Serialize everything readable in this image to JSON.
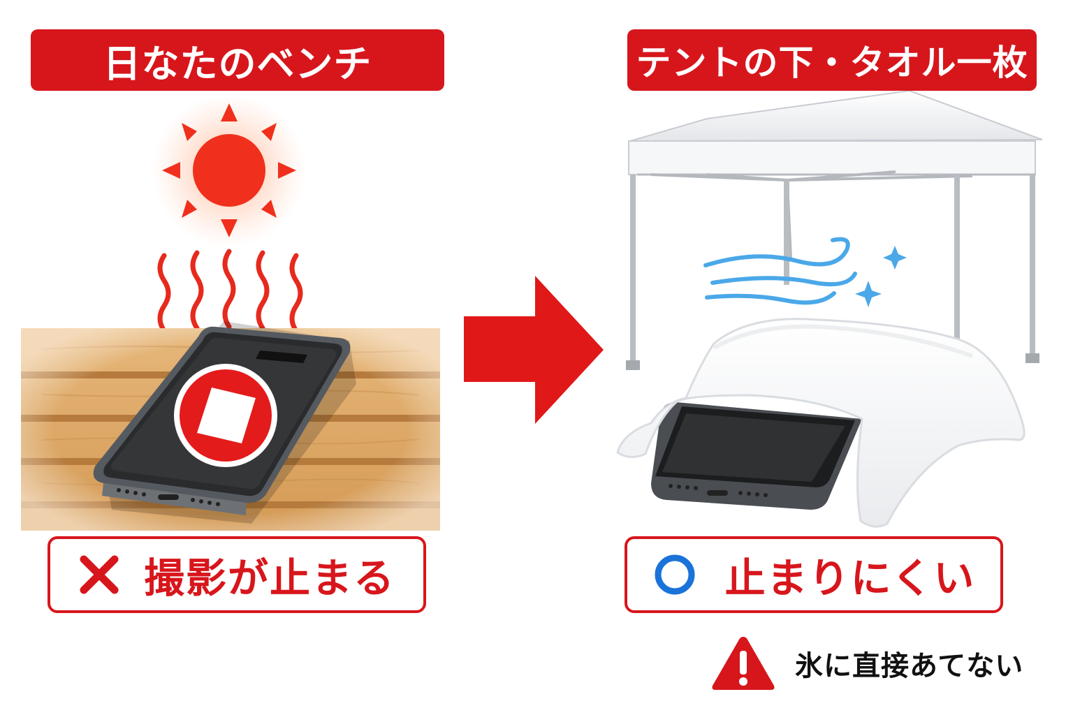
{
  "left_panel": {
    "title": "日なたのベンチ",
    "result_icon": "cross-mark-icon",
    "result_text": "撮影が止まる"
  },
  "right_panel": {
    "title": "テントの下・タオル一枚",
    "result_icon": "circle-mark-icon",
    "result_text": "止まりにくい",
    "warning_icon": "warning-triangle-icon",
    "warning_text": "氷に直接あてない"
  },
  "arrow_icon": "right-arrow-icon",
  "colors": {
    "accent_red": "#d7161c",
    "ok_blue": "#1a73d9",
    "wind_blue": "#4aa8e8"
  }
}
